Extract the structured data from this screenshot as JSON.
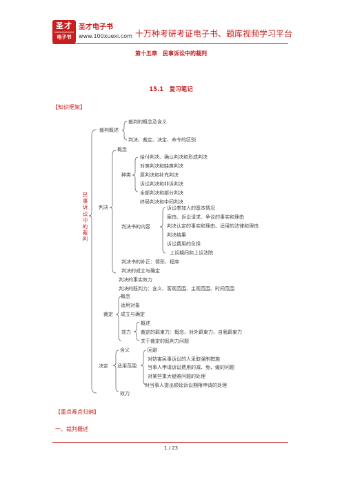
{
  "header": {
    "logo_top": "圣才",
    "logo_bottom": "电子书",
    "logo_name": "圣才电子书",
    "logo_url": "www.100xuexi.com",
    "slogan": "十万种考研考证电子书、题库视频学习平台"
  },
  "chapter_title": "第十五章　民事诉讼中的裁判",
  "section_title": "15.1　复习笔记",
  "framework_heading": "【知识框架】",
  "root_label": "民事诉讼中的裁判",
  "tree": {
    "overview": "裁判概述",
    "overview_items": [
      "裁判的概念及含义",
      "判决、裁定、决定、命令的区别"
    ],
    "judgment": "判决",
    "concept": "概念",
    "types": "种类",
    "type_items": [
      "给付判决、确认判决和形成判决",
      "对席判决和缺席判决",
      "原判决和补充判决",
      "诉讼判决和非诉判决",
      "全部判决和部分判决",
      "终局判决和中间判决"
    ],
    "contents": "判决书的内容",
    "content_items": [
      "诉讼参加人的基本情况",
      "案由、诉讼请求、争议的事实和理由",
      "判决认定的事实和理由、适用的法律和理由",
      "判决结果",
      "诉讼费用的负担",
      "上诉期间和上诉法院"
    ],
    "judgment_more": [
      "判决书的补正：情形、程序",
      "判决的成立与确定",
      "判决的事实效力",
      "判决的既判力：含义、客观范围、主观范围、时间范围"
    ],
    "ruling": "裁定",
    "ruling_items": [
      "概念",
      "适用对象",
      "成立与确定"
    ],
    "effect": "效力",
    "effect_items": [
      "概述",
      "裁定的羁束力：概念、对外羁束力、自我羁束力",
      "关于裁定的既判力问题"
    ],
    "decision": "决定",
    "meaning": "含义",
    "scope": "适用范围",
    "scope_items": [
      "回避",
      "对妨害民事诉讼的人采取强制措施",
      "当事人申请诉讼费用的减、免、缓的问题",
      "对某些重大疑难问题的处理",
      "对当事人提出顺延诉讼期限申请的处理"
    ],
    "decision_effect": "效力"
  },
  "key_points_heading": "【重点难点归纳】",
  "first_heading": "一、裁判概述",
  "page_number": "1 / 23"
}
